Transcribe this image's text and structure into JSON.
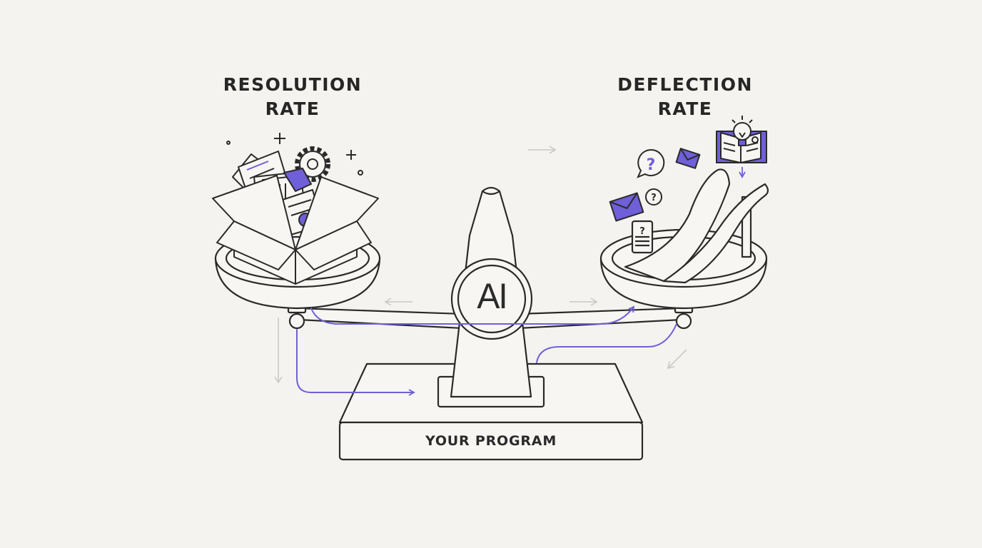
{
  "left_title": {
    "line1": "RESOLUTION",
    "line2": "RATE"
  },
  "right_title": {
    "line1": "DEFLECTION",
    "line2": "RATE"
  },
  "center_badge": "AI",
  "base_label": "YOUR PROGRAM",
  "question_mark": "?",
  "colors": {
    "background": "#f4f3ef",
    "stroke": "#2a2a2a",
    "accent": "#6f5fd8",
    "faint_arrow": "#c9c9c4"
  },
  "icons": [
    "box-icon",
    "document-stack-icon",
    "gear-icon",
    "sparkle-icon",
    "envelope-icon",
    "question-bubble-icon",
    "lightbulb-book-icon",
    "slide-icon"
  ]
}
